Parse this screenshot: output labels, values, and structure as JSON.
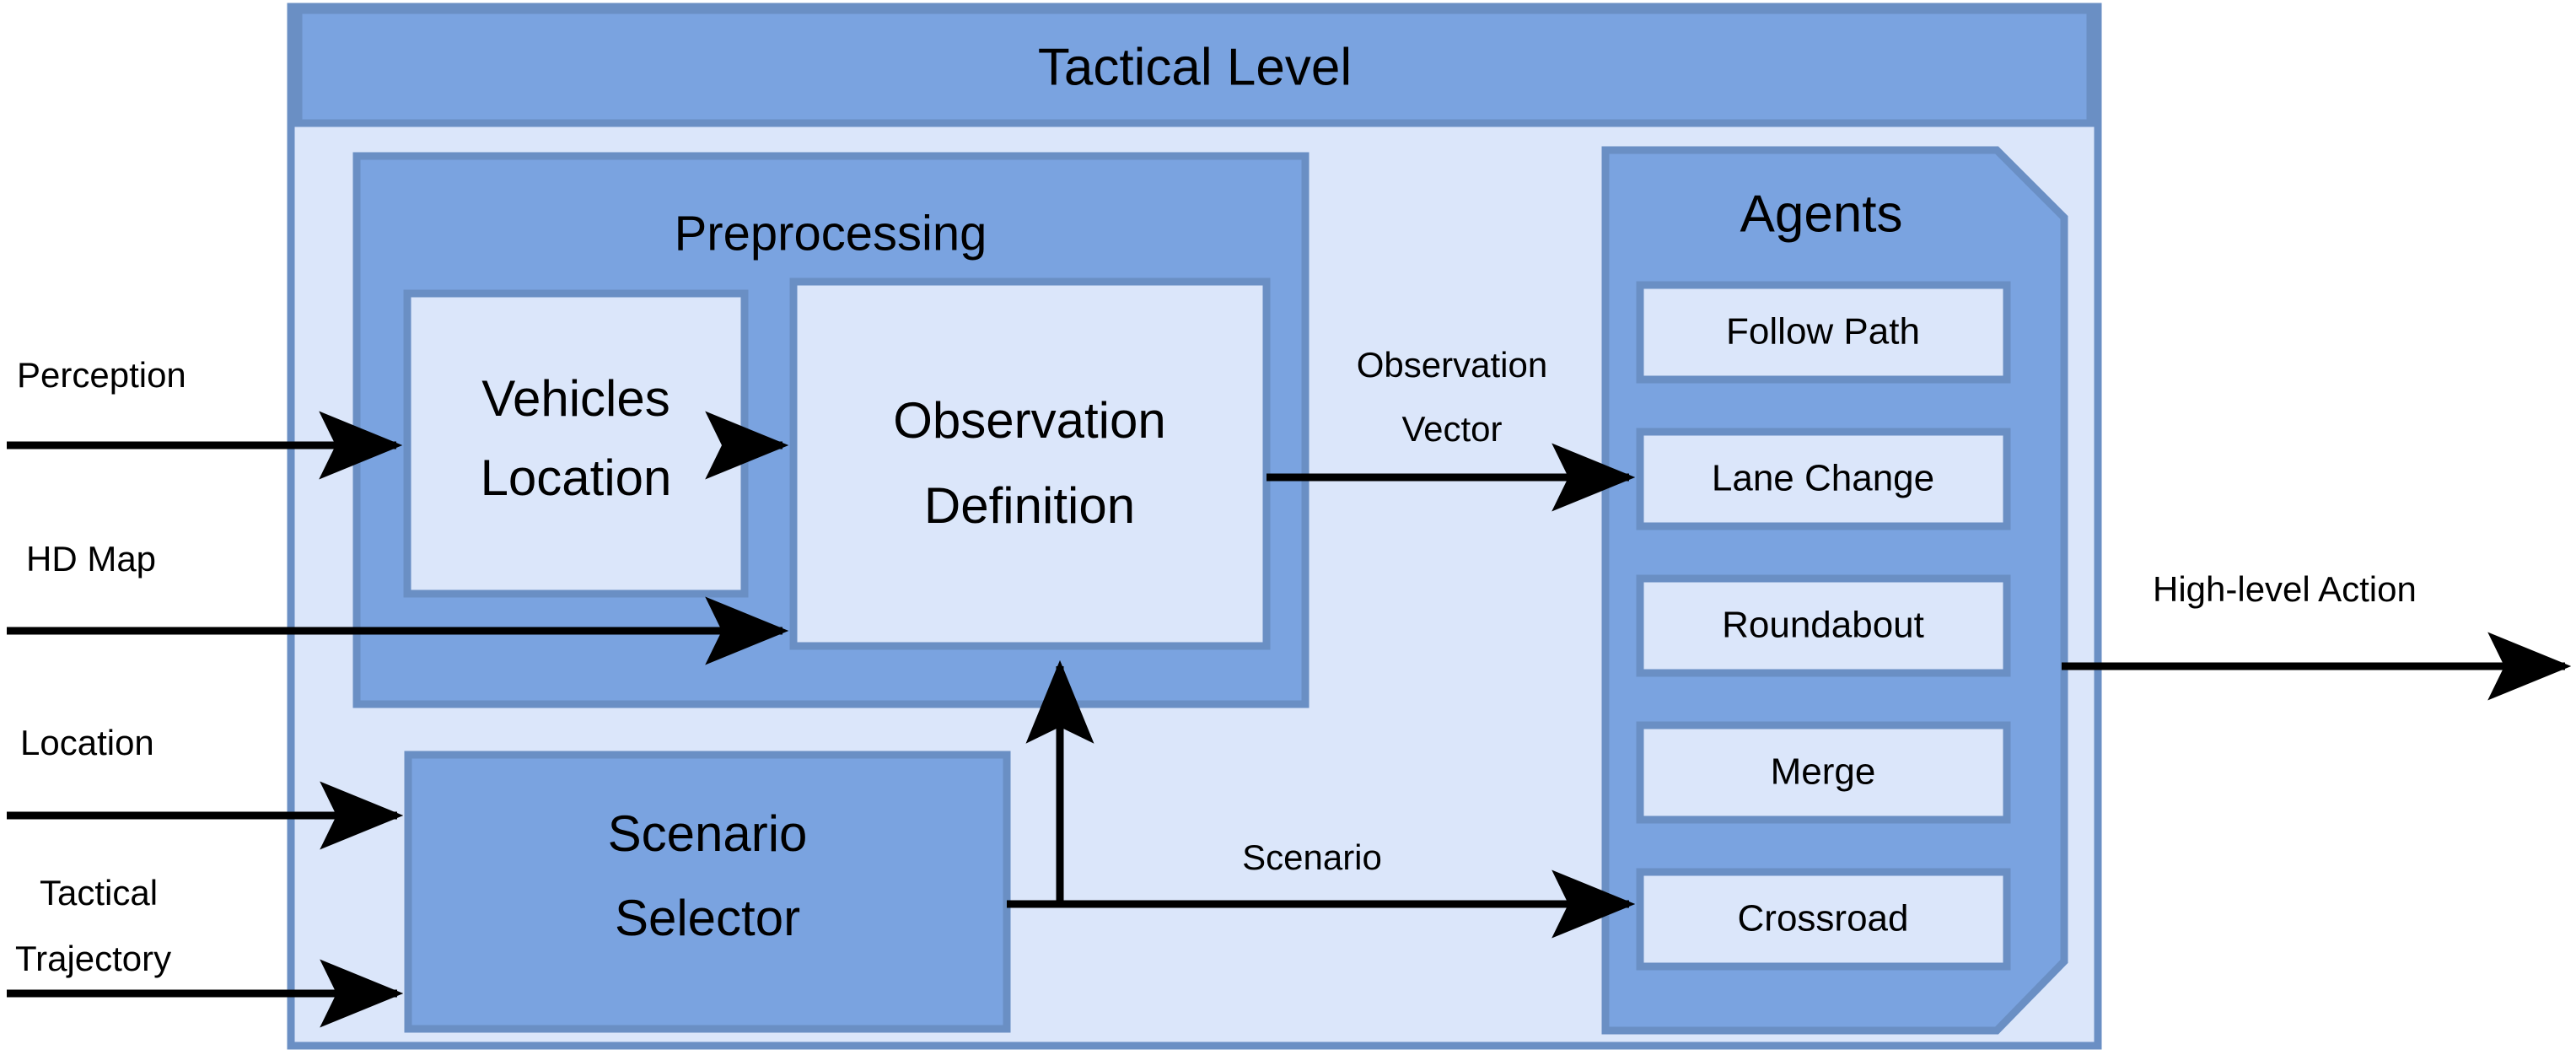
{
  "container": {
    "title": "Tactical Level"
  },
  "groups": {
    "preprocessing": {
      "title": "Preprocessing",
      "nodes": [
        {
          "id": "vehicles-location",
          "label_line1": "Vehicles",
          "label_line2": "Location"
        },
        {
          "id": "observation-definition",
          "label_line1": "Observation",
          "label_line2": "Definition"
        }
      ]
    },
    "scenario_selector": {
      "label_line1": "Scenario",
      "label_line2": "Selector"
    },
    "agents": {
      "title": "Agents",
      "items": [
        {
          "id": "follow-path",
          "label": "Follow Path"
        },
        {
          "id": "lane-change",
          "label": "Lane Change"
        },
        {
          "id": "roundabout",
          "label": "Roundabout"
        },
        {
          "id": "merge",
          "label": "Merge"
        },
        {
          "id": "crossroad",
          "label": "Crossroad"
        }
      ]
    }
  },
  "inputs": [
    {
      "id": "perception",
      "label": "Perception"
    },
    {
      "id": "hd-map",
      "label": "HD Map"
    },
    {
      "id": "location",
      "label": "Location"
    },
    {
      "id": "tactical-trajectory",
      "label_line1": "Tactical",
      "label_line2": "Trajectory"
    }
  ],
  "outputs": [
    {
      "id": "high-level-action",
      "label": "High-level Action"
    }
  ],
  "edge_labels": [
    {
      "id": "observation-vector",
      "label_line1": "Observation",
      "label_line2": "Vector"
    },
    {
      "id": "scenario",
      "label": "Scenario"
    }
  ],
  "colors": {
    "page_background": "#ffffff",
    "container_body": "#dbe6fa",
    "header_fill": "#7aa3e0",
    "group_fill": "#7aa3e0",
    "node_fill": "#dbe6fa",
    "border": "#6a8fc4",
    "arrow": "#000000",
    "text": "#000000"
  }
}
